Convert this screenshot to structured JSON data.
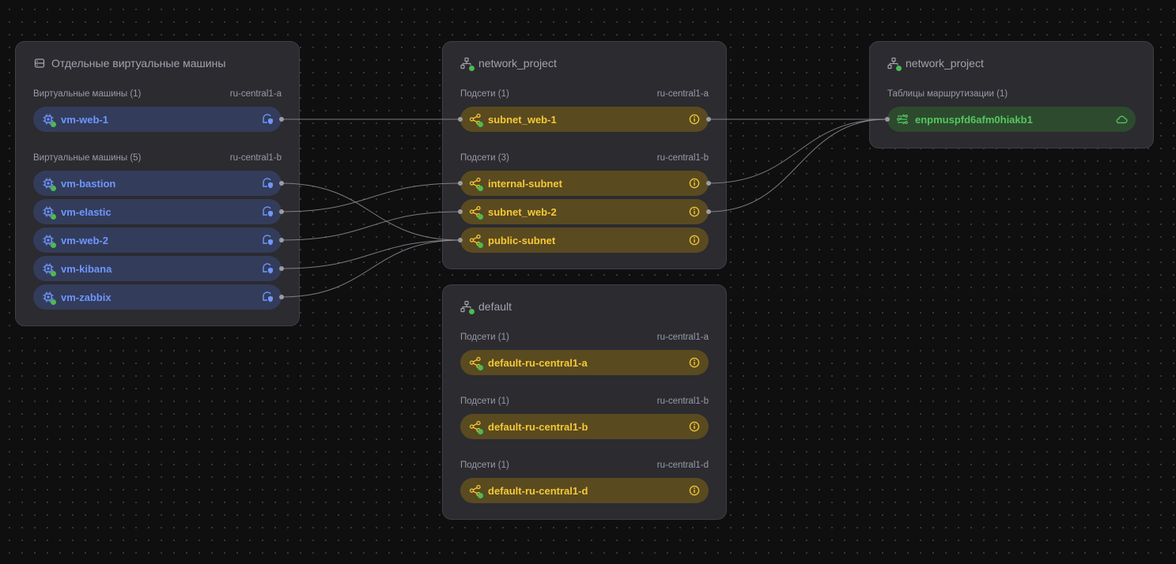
{
  "colors": {
    "vm_bg": "#333c5a",
    "vm_text": "#6f96ff",
    "subnet_bg": "#5a4a20",
    "subnet_text": "#f5c936",
    "route_bg": "#2d4a2e",
    "route_text": "#54c760",
    "panel_bg": "#2b2b30",
    "wire": "#8e8e95",
    "status_dot": "#4cbb52"
  },
  "vm_panel": {
    "title": "Отдельные виртуальные машины",
    "icon": "server-list-icon",
    "groups": [
      {
        "label": "Виртуальные машины (1)",
        "zone": "ru-central1-a",
        "items": [
          {
            "name": "vm-web-1",
            "icon": "vm-chip-icon",
            "action_icon": "security-group-icon"
          }
        ]
      },
      {
        "label": "Виртуальные машины (5)",
        "zone": "ru-central1-b",
        "items": [
          {
            "name": "vm-bastion",
            "icon": "vm-chip-icon",
            "action_icon": "security-group-icon"
          },
          {
            "name": "vm-elastic",
            "icon": "vm-chip-icon",
            "action_icon": "security-group-icon"
          },
          {
            "name": "vm-web-2",
            "icon": "vm-chip-icon",
            "action_icon": "security-group-icon"
          },
          {
            "name": "vm-kibana",
            "icon": "vm-chip-icon",
            "action_icon": "security-group-icon"
          },
          {
            "name": "vm-zabbix",
            "icon": "vm-chip-icon",
            "action_icon": "security-group-icon"
          }
        ]
      }
    ]
  },
  "network_panel": {
    "title": "network_project",
    "icon": "network-icon",
    "groups": [
      {
        "label": "Подсети (1)",
        "zone": "ru-central1-a",
        "items": [
          {
            "name": "subnet_web-1",
            "icon": "subnet-icon",
            "action_icon": "info-icon"
          }
        ]
      },
      {
        "label": "Подсети (3)",
        "zone": "ru-central1-b",
        "items": [
          {
            "name": "internal-subnet",
            "icon": "subnet-icon",
            "action_icon": "info-icon"
          },
          {
            "name": "subnet_web-2",
            "icon": "subnet-icon",
            "action_icon": "info-icon"
          },
          {
            "name": "public-subnet",
            "icon": "subnet-icon",
            "action_icon": "info-icon"
          }
        ]
      }
    ]
  },
  "default_panel": {
    "title": "default",
    "icon": "network-icon",
    "groups": [
      {
        "label": "Подсети (1)",
        "zone": "ru-central1-a",
        "items": [
          {
            "name": "default-ru-central1-a",
            "icon": "subnet-icon",
            "action_icon": "info-icon"
          }
        ]
      },
      {
        "label": "Подсети (1)",
        "zone": "ru-central1-b",
        "items": [
          {
            "name": "default-ru-central1-b",
            "icon": "subnet-icon",
            "action_icon": "info-icon"
          }
        ]
      },
      {
        "label": "Подсети (1)",
        "zone": "ru-central1-d",
        "items": [
          {
            "name": "default-ru-central1-d",
            "icon": "subnet-icon",
            "action_icon": "info-icon"
          }
        ]
      }
    ]
  },
  "route_panel": {
    "title": "network_project",
    "icon": "network-icon",
    "groups": [
      {
        "label": "Таблицы маршрутизации (1)",
        "items": [
          {
            "name": "enpmuspfd6afm0hiakb1",
            "icon": "route-table-icon",
            "action_icon": "cloud-icon"
          }
        ]
      }
    ]
  },
  "connections": [
    {
      "from": "vm-web-1",
      "to": "subnet_web-1"
    },
    {
      "from": "vm-bastion",
      "to": "public-subnet"
    },
    {
      "from": "vm-elastic",
      "to": "internal-subnet"
    },
    {
      "from": "vm-web-2",
      "to": "subnet_web-2"
    },
    {
      "from": "vm-kibana",
      "to": "public-subnet"
    },
    {
      "from": "vm-zabbix",
      "to": "public-subnet"
    },
    {
      "from": "subnet_web-1",
      "to": "enpmuspfd6afm0hiakb1"
    },
    {
      "from": "internal-subnet",
      "to": "enpmuspfd6afm0hiakb1"
    },
    {
      "from": "subnet_web-2",
      "to": "enpmuspfd6afm0hiakb1"
    }
  ]
}
